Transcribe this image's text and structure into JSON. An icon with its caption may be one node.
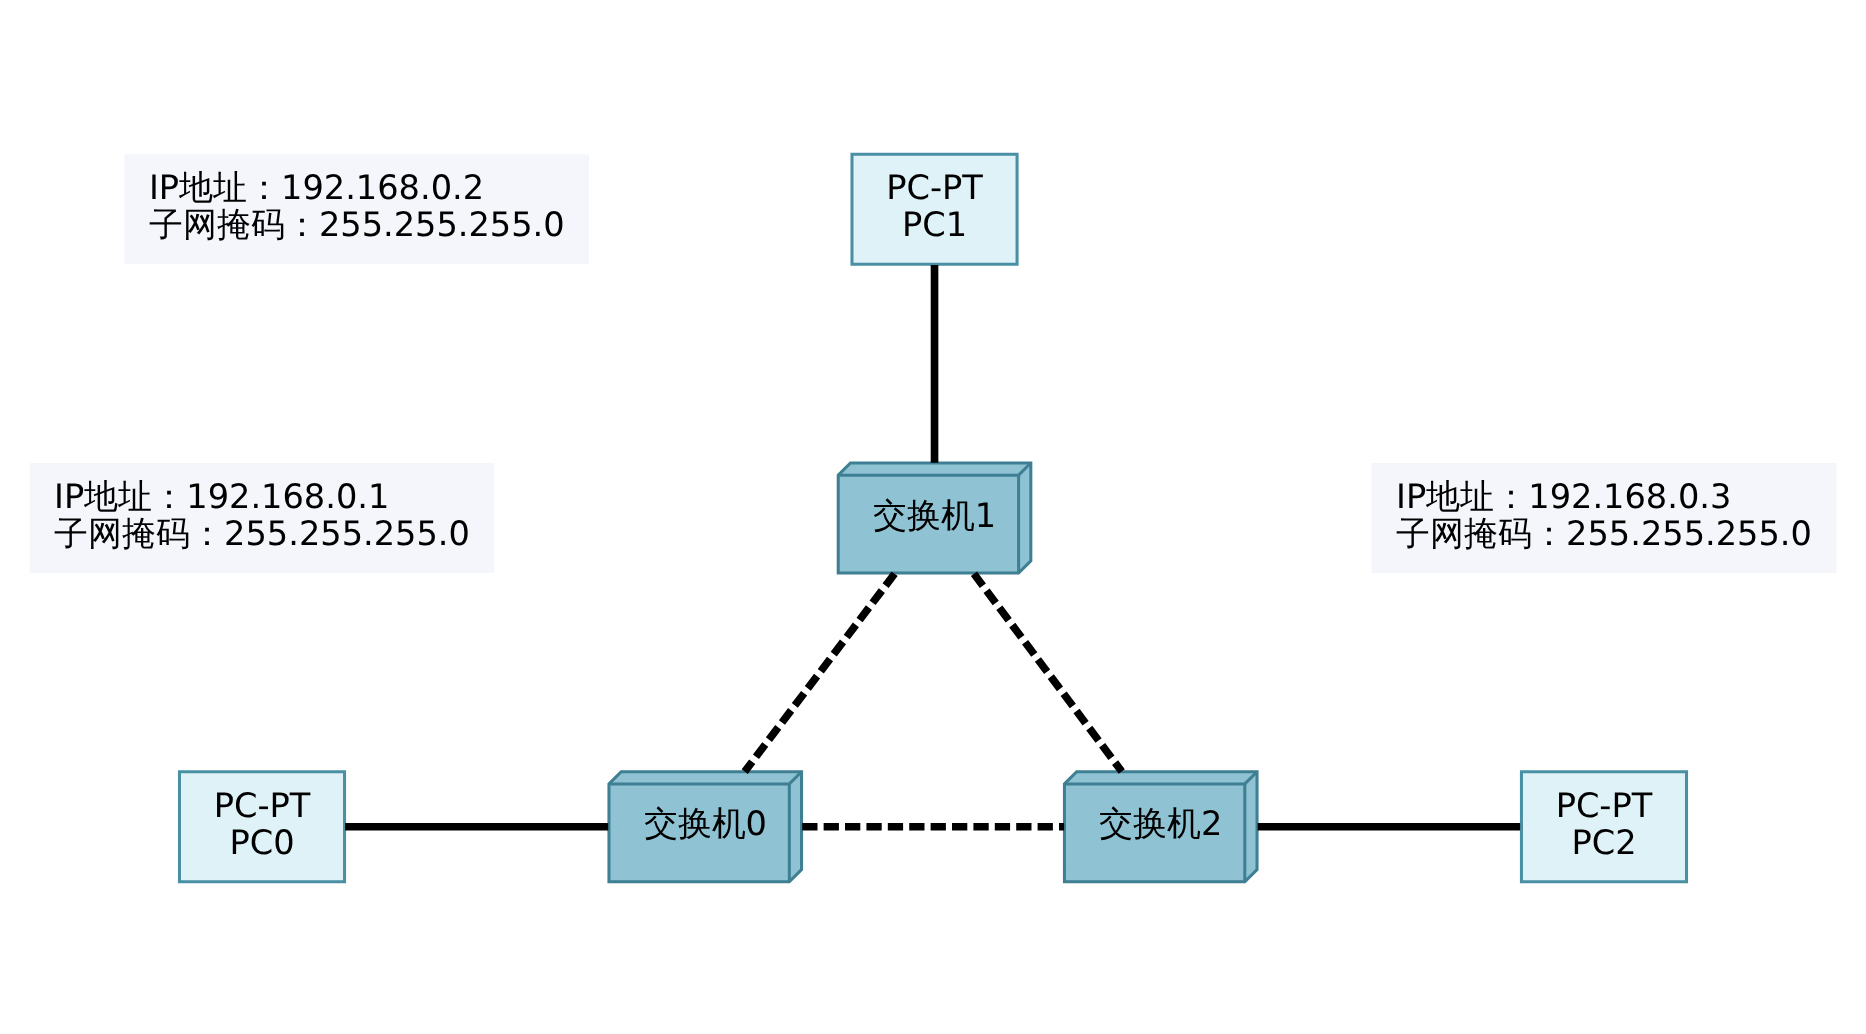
{
  "diagram": {
    "nodes": [
      {
        "text": [
          "PC-PT",
          "PC1"
        ]
      },
      {
        "text": [
          "交换机1"
        ]
      },
      {
        "text": [
          "PC-PT",
          "PC0"
        ]
      },
      {
        "text": [
          "交换机0"
        ]
      },
      {
        "text": [
          "交换机2"
        ]
      },
      {
        "text": [
          "PC-PT",
          "PC2"
        ]
      }
    ],
    "edges": [
      {
        "from": 0,
        "to": 1,
        "arrow": "none"
      },
      {
        "from": 1,
        "to": 3,
        "arrow": "none",
        "style": "dashed"
      },
      {
        "from": 1,
        "to": 4,
        "arrow": "none",
        "style": "dashed"
      },
      {
        "from": 2,
        "to": 3,
        "arrow": "none"
      },
      {
        "from": 3,
        "to": 4,
        "arrow": "none",
        "style": "dashed"
      },
      {
        "from": 4,
        "to": 5,
        "arrow": "none"
      }
    ],
    "labels": [
      "IP地址：192.168.0.2",
      "子网掩码：255.255.255.0",
      "IP地址：192.168.0.1",
      "子网掩码：255.255.255.0",
      "IP地址：192.168.0.3",
      "子网掩码：255.255.255.0"
    ]
  }
}
